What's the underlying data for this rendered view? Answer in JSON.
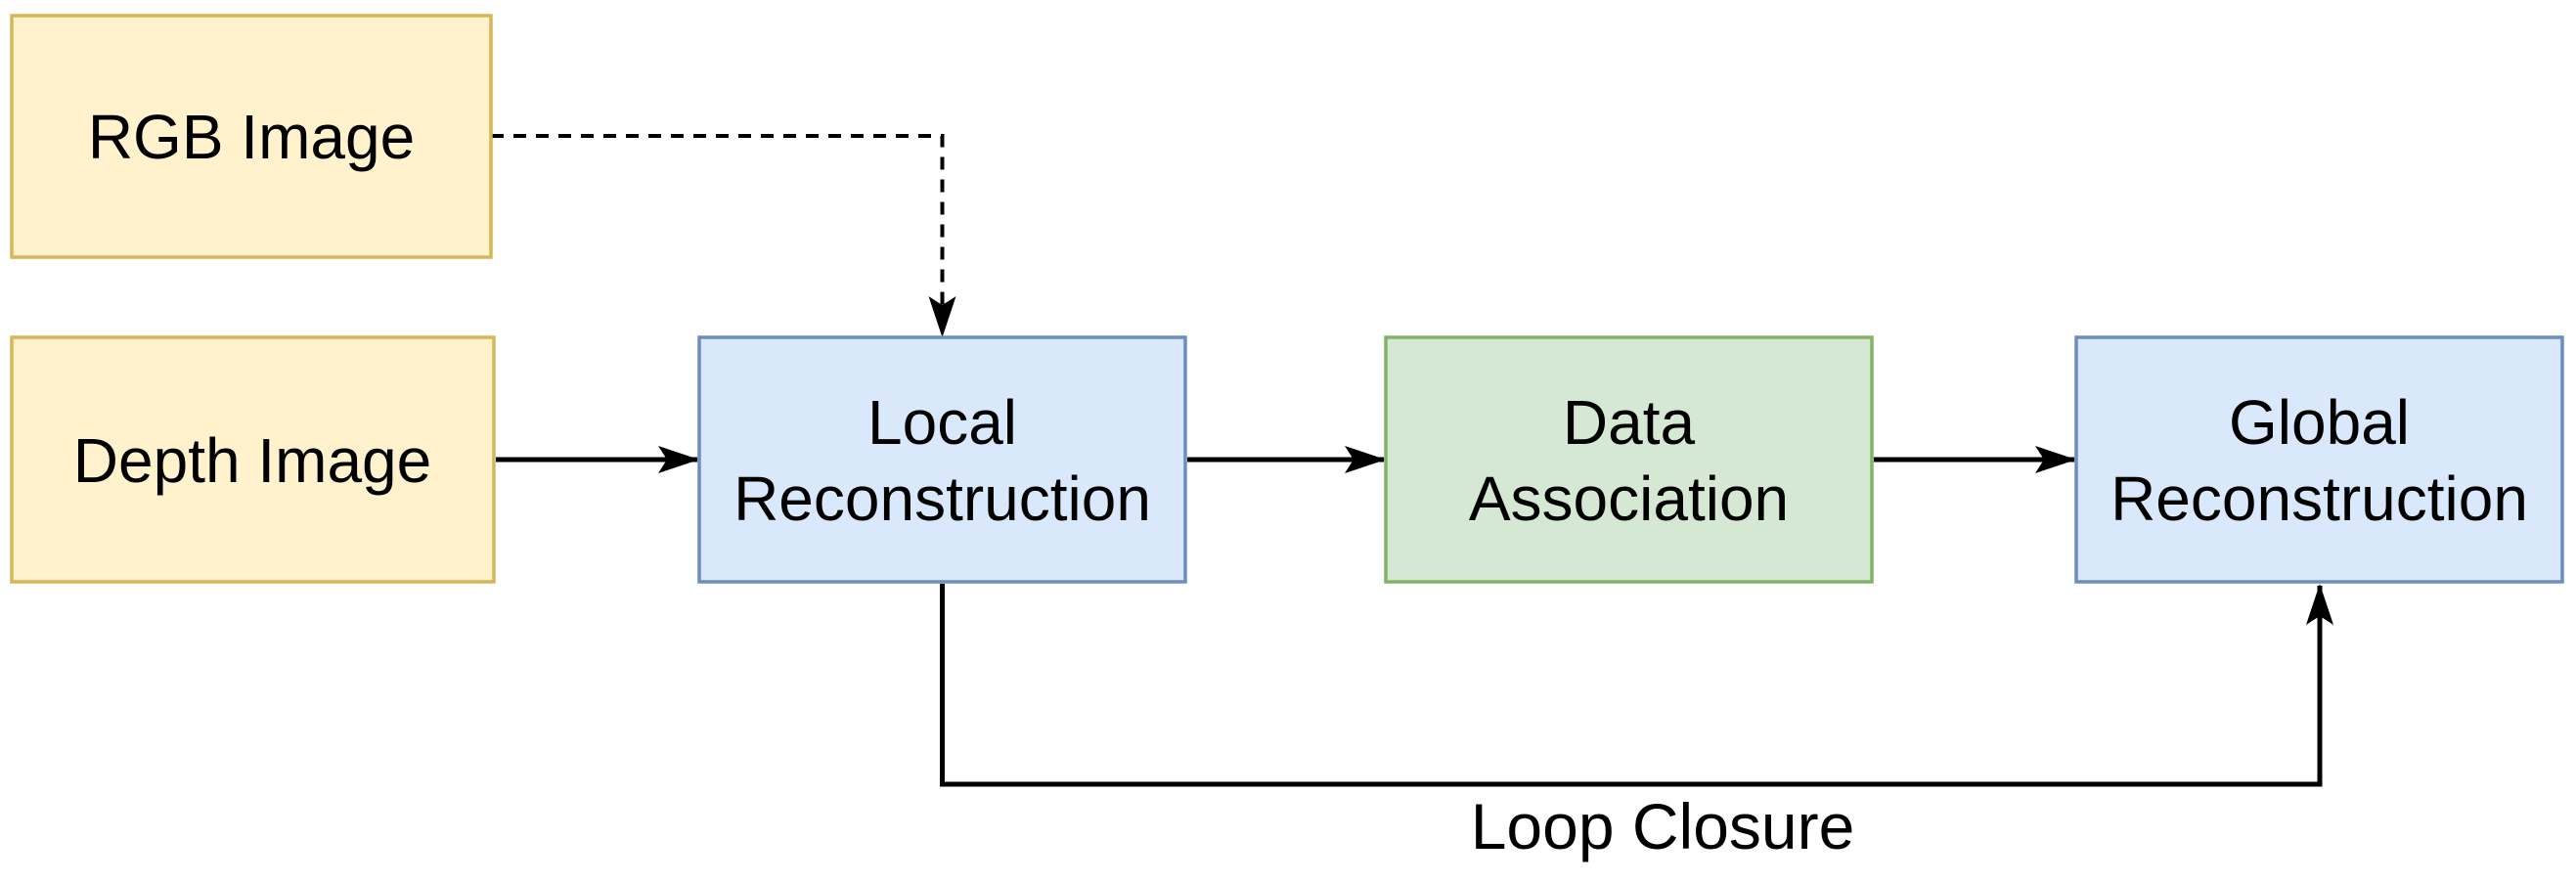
{
  "diagram": {
    "type": "flowchart",
    "colors": {
      "background": "#FFFFFF",
      "line": "#000000",
      "text": "#000000",
      "yellow_fill": "#FFF2CC",
      "yellow_stroke": "#D6B656",
      "blue_fill": "#DAE8FC",
      "blue_stroke": "#6C8EBF",
      "green_fill": "#D5E8D4",
      "green_stroke": "#82B366"
    },
    "nodes": [
      {
        "id": "rgb-image",
        "lines": [
          "RGB Image"
        ],
        "fill": "#FFF2CC",
        "stroke": "#D6B656"
      },
      {
        "id": "depth-image",
        "lines": [
          "Depth Image"
        ],
        "fill": "#FFF2CC",
        "stroke": "#D6B656"
      },
      {
        "id": "local-reconstruction",
        "lines": [
          "Local",
          "Reconstruction"
        ],
        "fill": "#DAE8FC",
        "stroke": "#6C8EBF"
      },
      {
        "id": "data-association",
        "lines": [
          "Data",
          "Association"
        ],
        "fill": "#D5E8D4",
        "stroke": "#82B366"
      },
      {
        "id": "global-reconstruction",
        "lines": [
          "Global",
          "Reconstruction"
        ],
        "fill": "#DAE8FC",
        "stroke": "#6C8EBF"
      }
    ],
    "edges": [
      {
        "from": "rgb-image",
        "to": "local-reconstruction",
        "style": "dashed",
        "label": ""
      },
      {
        "from": "depth-image",
        "to": "local-reconstruction",
        "style": "solid",
        "label": ""
      },
      {
        "from": "local-reconstruction",
        "to": "data-association",
        "style": "solid",
        "label": ""
      },
      {
        "from": "data-association",
        "to": "global-reconstruction",
        "style": "solid",
        "label": ""
      },
      {
        "from": "local-reconstruction",
        "to": "global-reconstruction",
        "style": "solid",
        "label": "Loop Closure"
      }
    ]
  }
}
